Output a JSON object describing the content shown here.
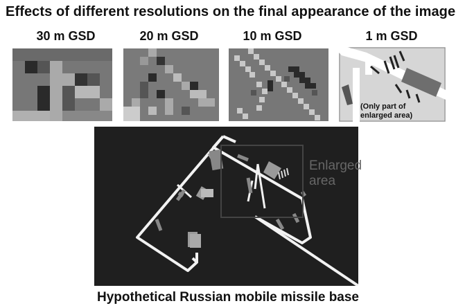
{
  "title": "Effects of different resolutions on the final appearance of the image",
  "panels": [
    {
      "label": "30 m GSD"
    },
    {
      "label": "20 m GSD"
    },
    {
      "label": "10 m GSD"
    },
    {
      "label": "1 m GSD",
      "note_line1": "(Only part of",
      "note_line2": "enlarged area)"
    }
  ],
  "enlarged_label_line1": "Enlarged",
  "enlarged_label_line2": "area",
  "caption": "Hypothetical Russian mobile missile base",
  "colors": {
    "background_dark": "#1f1f1f",
    "road": "#f2f2f2",
    "pixel_mid": "#6e6e6e",
    "pixel_dark": "#2a2a2a",
    "pixel_light": "#b4b4b4"
  }
}
